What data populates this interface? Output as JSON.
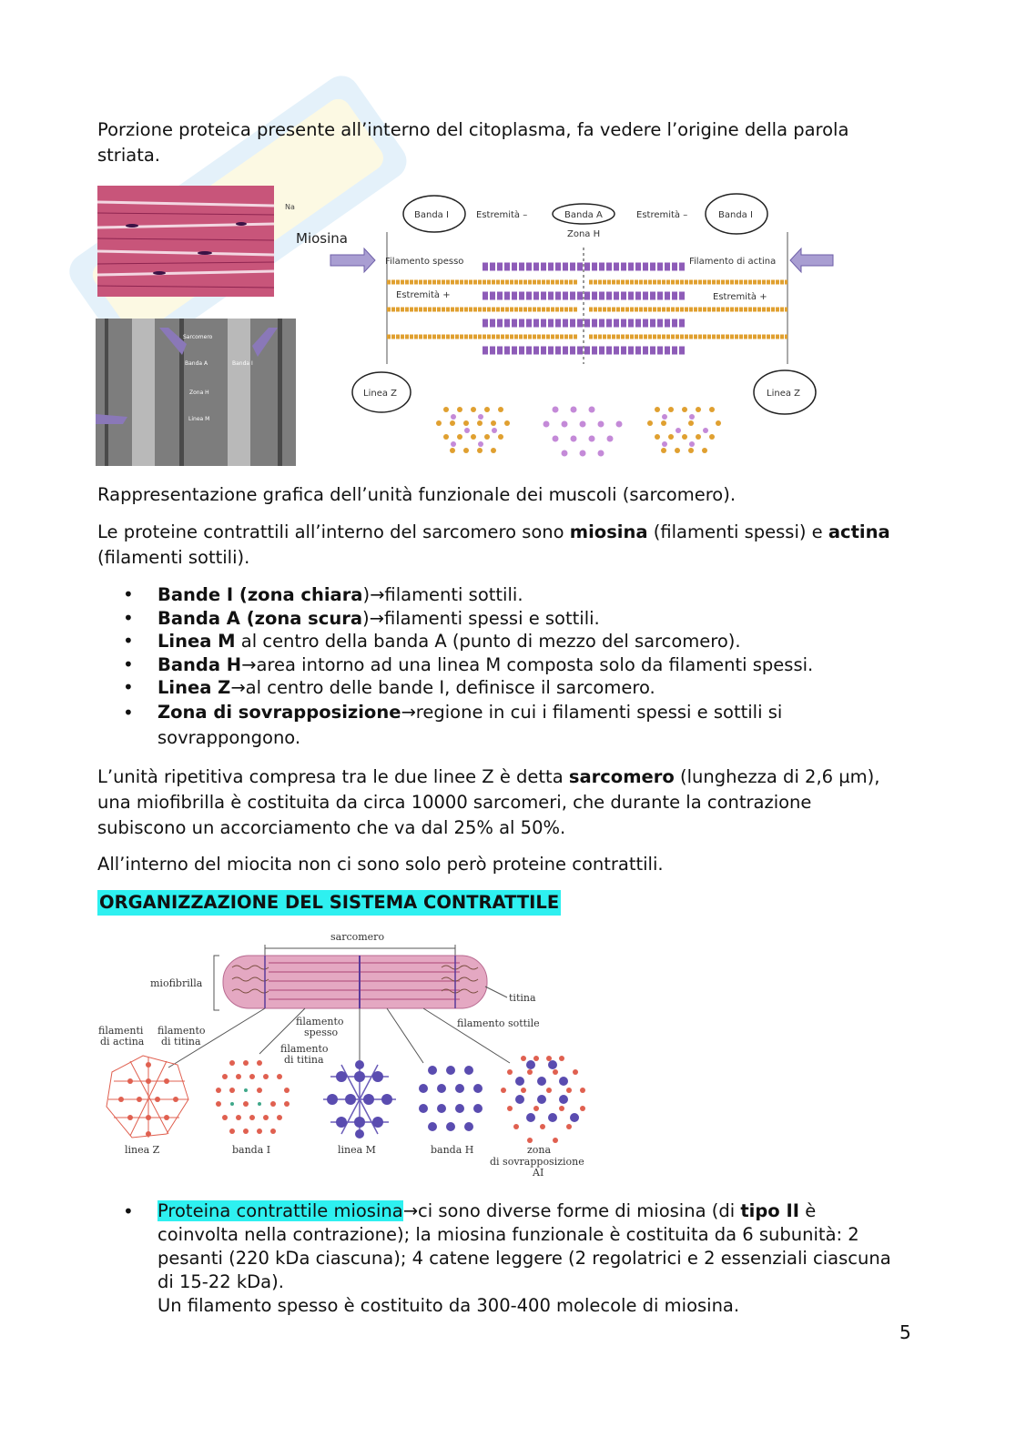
{
  "para_intro": "Porzione proteica presente all’interno del citoplasma, fa vedere l’origine della parola striata.",
  "fig1": {
    "micro_label_na": "Na",
    "micro_label_miosina": "Miosina",
    "em_sarcomero": "Sarcomero",
    "em_banda_a": "Banda A",
    "em_banda_i": "Banda I",
    "em_zona_h": "Zona H",
    "em_linea_m": "Linea M",
    "banda_i_left": "Banda I",
    "banda_a": "Banda A",
    "banda_i_right": "Banda I",
    "estremita_left": "Estremità –",
    "estremita_right": "Estremità –",
    "zona_h": "Zona H",
    "filamento_spesso": "Filamento spesso",
    "filamento_actina": "Filamento di actina",
    "estremita_plus_left": "Estremità +",
    "estremita_plus_right": "Estremità +",
    "linea_z_left": "Linea Z",
    "linea_z_right": "Linea Z"
  },
  "para_rappresentazione": "Rappresentazione grafica dell’unità funzionale dei muscoli (sarcomero).",
  "para_proteine": {
    "t1": "Le proteine contrattili all’interno del sarcomero sono ",
    "b1": "miosina",
    "t2": " (filamenti spessi) e ",
    "b2": "actina",
    "t3": " (filamenti sottili)."
  },
  "bullets": [
    {
      "bold": "Bande I (zona chiara",
      "text": ")→filamenti sottili."
    },
    {
      "bold": "Banda A (zona scura",
      "text": ")→filamenti spessi e sottili."
    },
    {
      "bold": "Linea M",
      "text": " al centro della banda A (punto di mezzo del sarcomero)."
    },
    {
      "bold": "Banda H",
      "text": "→area intorno ad una linea M composta solo da filamenti spessi."
    },
    {
      "bold": "Linea Z",
      "text": "→al centro delle bande I, definisce il sarcomero."
    },
    {
      "bold": "Zona di sovrapposizione",
      "text": "→regione in cui i filamenti spessi e sottili si sovrappongono."
    }
  ],
  "para_unita": {
    "t1": "L’unità ripetitiva compresa tra le due linee Z è detta ",
    "b1": "sarcomero",
    "t2": " (lunghezza di 2,6 µm), una miofibrilla è costituita da circa 10000 sarcomeri, che durante la contrazione subiscono un accorciamento che va dal 25% al 50%."
  },
  "para_miocita": "All’interno del miocita non ci sono solo però proteine contrattili.",
  "heading": "ORGANIZZAZIONE DEL SISTEMA CONTRATTILE",
  "fig2": {
    "sarcomero": "sarcomero",
    "miofibrilla": "miofibrilla",
    "titina": "titina",
    "filamento_sottile": "filamento sottile",
    "filamenti_actina_1": "filamenti",
    "filamenti_actina_2": "di actina",
    "filamento_titina_1": "filamento",
    "filamento_titina_2": "di titina",
    "filamento_spesso_1": "filamento",
    "filamento_spesso_2": "spesso",
    "filamento_titina_b_1": "filamento",
    "filamento_titina_b_2": "di titina",
    "linea_z": "linea Z",
    "banda_i": "banda I",
    "linea_m": "linea M",
    "banda_h": "banda H",
    "zona_1": "zona",
    "zona_2": "di sovrapposizione",
    "zona_3": "AI"
  },
  "bullet_miosina": {
    "hl": "Proteina contrattile miosina",
    "t1": "→ci sono diverse forme di miosina (di ",
    "b1": "tipo II",
    "t2": " è coinvolta nella contrazione); la miosina funzionale è costituita da 6 subunità: 2 pesanti (220 kDa ciascuna); 4 catene leggere (2 regolatrici e 2 essenziali ciascuna di 15-22 kDa).",
    "t3": "Un filamento spesso è costituito da 300-400 molecole di miosina."
  },
  "page_number": "5",
  "colors": {
    "highlight": "#2ef0f0",
    "myosin": "#8e5cb8",
    "actin": "#e0a030"
  }
}
